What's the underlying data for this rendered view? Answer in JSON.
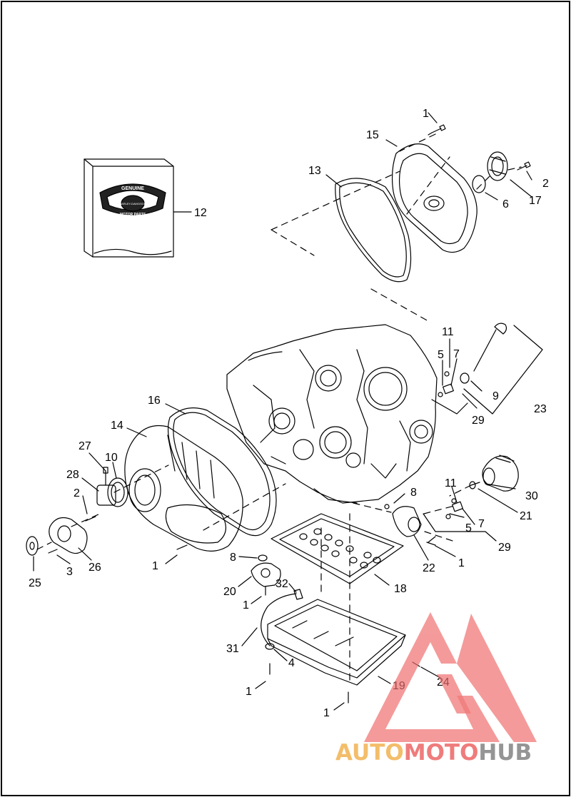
{
  "diagram": {
    "type": "exploded-parts-diagram",
    "callouts": [
      {
        "id": "c1a",
        "label": "1"
      },
      {
        "id": "c15",
        "label": "15"
      },
      {
        "id": "c13",
        "label": "13"
      },
      {
        "id": "c2a",
        "label": "2"
      },
      {
        "id": "c6",
        "label": "6"
      },
      {
        "id": "c17",
        "label": "17"
      },
      {
        "id": "c12",
        "label": "12"
      },
      {
        "id": "c11a",
        "label": "11"
      },
      {
        "id": "c5a",
        "label": "5"
      },
      {
        "id": "c7a",
        "label": "7"
      },
      {
        "id": "c9",
        "label": "9"
      },
      {
        "id": "c23",
        "label": "23"
      },
      {
        "id": "c29a",
        "label": "29"
      },
      {
        "id": "c16",
        "label": "16"
      },
      {
        "id": "c14",
        "label": "14"
      },
      {
        "id": "c27",
        "label": "27"
      },
      {
        "id": "c10",
        "label": "10"
      },
      {
        "id": "c28",
        "label": "28"
      },
      {
        "id": "c2b",
        "label": "2"
      },
      {
        "id": "c30",
        "label": "30"
      },
      {
        "id": "c11b",
        "label": "11"
      },
      {
        "id": "c8a",
        "label": "8"
      },
      {
        "id": "c21",
        "label": "21"
      },
      {
        "id": "c5b",
        "label": "5"
      },
      {
        "id": "c7b",
        "label": "7"
      },
      {
        "id": "c29b",
        "label": "29"
      },
      {
        "id": "c25",
        "label": "25"
      },
      {
        "id": "c3",
        "label": "3"
      },
      {
        "id": "c26",
        "label": "26"
      },
      {
        "id": "c1b",
        "label": "1"
      },
      {
        "id": "c8b",
        "label": "8"
      },
      {
        "id": "c22",
        "label": "22"
      },
      {
        "id": "c1c",
        "label": "1"
      },
      {
        "id": "c18",
        "label": "18"
      },
      {
        "id": "c20",
        "label": "20"
      },
      {
        "id": "c32",
        "label": "32"
      },
      {
        "id": "c1d",
        "label": "1"
      },
      {
        "id": "c31",
        "label": "31"
      },
      {
        "id": "c4",
        "label": "4"
      },
      {
        "id": "c19",
        "label": "19"
      },
      {
        "id": "c24",
        "label": "24"
      },
      {
        "id": "c1e",
        "label": "1"
      },
      {
        "id": "c1f",
        "label": "1"
      }
    ],
    "product_box": {
      "badge_top": "GENUINE",
      "badge_mid": "HARLEY-DAVIDSON",
      "badge_bottom": "MOTOR PARTS"
    }
  },
  "watermark": {
    "part1": "AUTO",
    "part2": "MOTO",
    "part3": "HUB",
    "color_orange": "#f2b65a",
    "color_red": "#ee6e6e",
    "color_gray": "#8a8a8a",
    "logo_color": "#ef6b6b"
  }
}
